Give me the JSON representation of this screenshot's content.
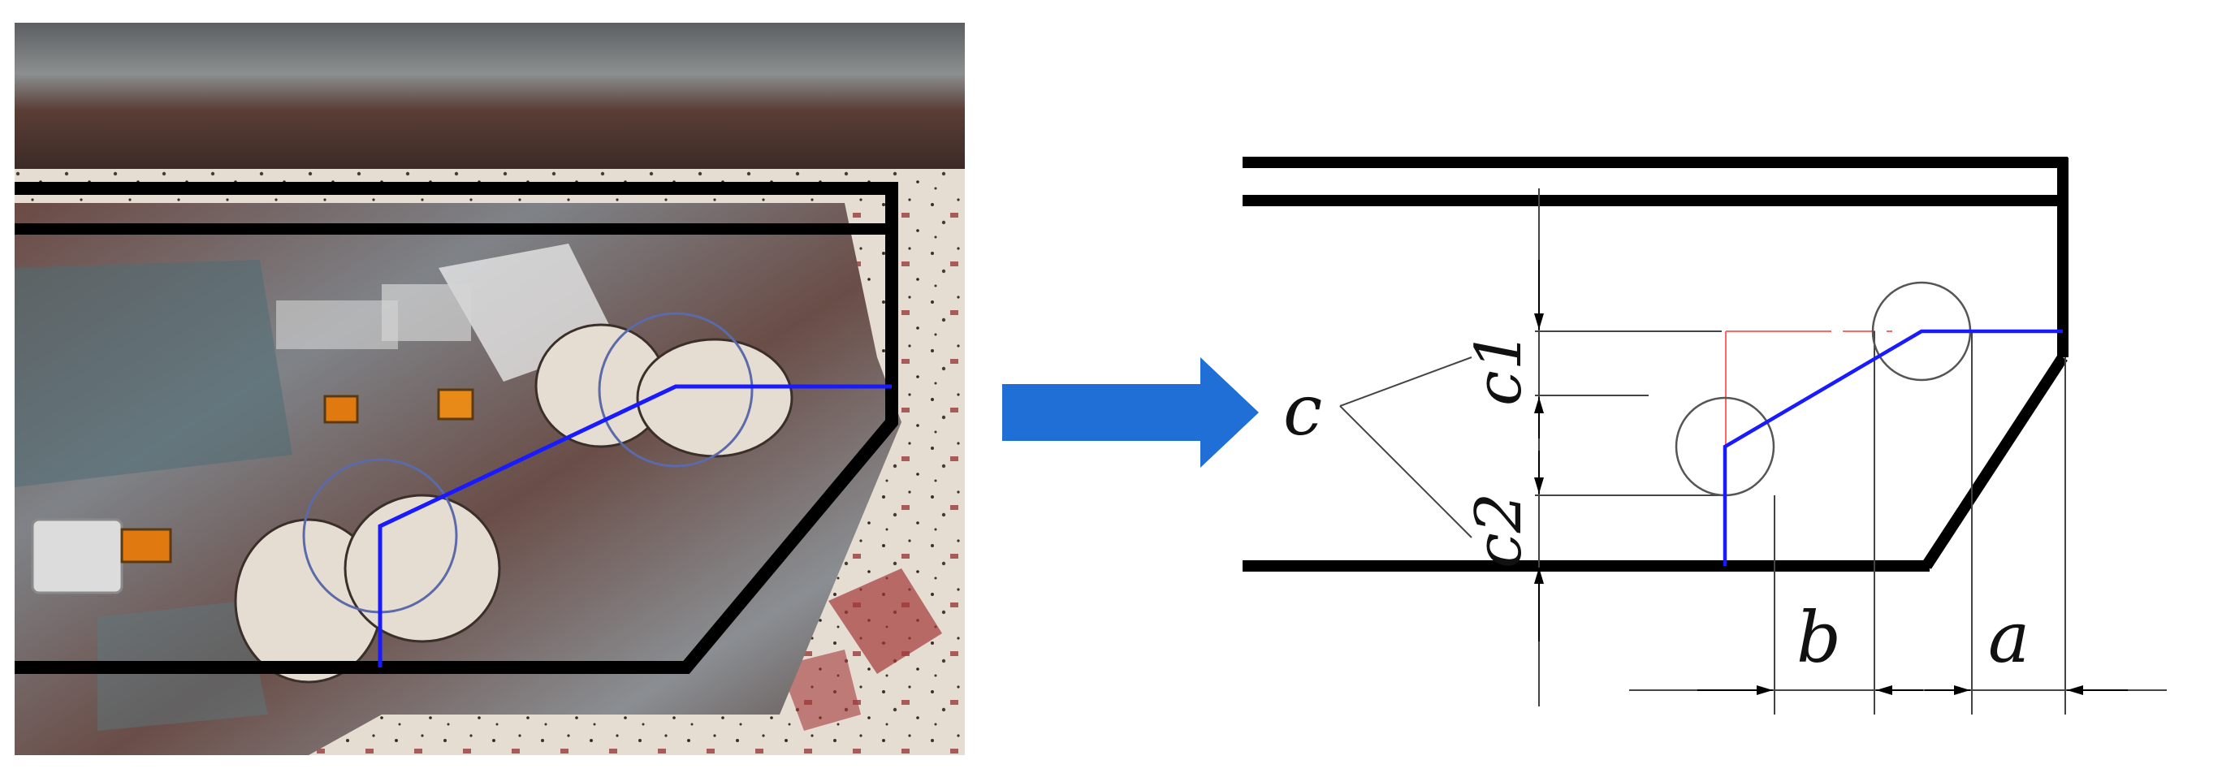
{
  "labels": {
    "c": "c",
    "c1": "c1",
    "c2": "c2",
    "a": "a",
    "b": "b"
  },
  "colors": {
    "outline": "#000000",
    "cut_line": "#1a1aff",
    "arrow": "#1f6fd6",
    "dim_line": "#444444",
    "guide_red": "#ff6666",
    "hole": "#555555"
  }
}
